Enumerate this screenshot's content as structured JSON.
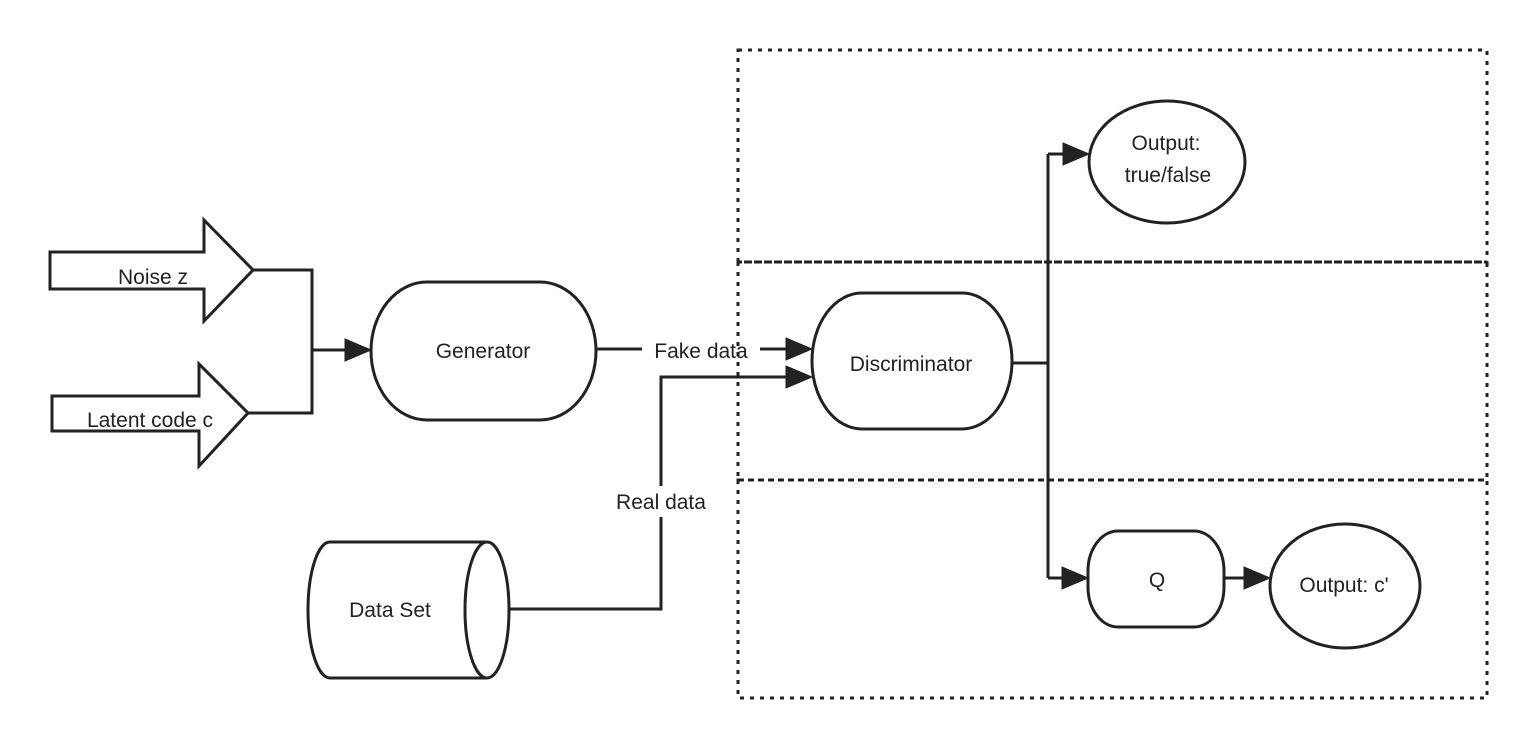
{
  "diagram": {
    "inputs": {
      "noise": "Noise z",
      "latent": "Latent code c"
    },
    "nodes": {
      "generator": "Generator",
      "discriminator": "Discriminator",
      "dataset": "Data Set",
      "q": "Q",
      "output_tf": [
        "Output:",
        "true/false"
      ],
      "output_c": "Output: c'"
    },
    "edges": {
      "fake_data": "Fake data",
      "real_data": "Real data"
    }
  }
}
